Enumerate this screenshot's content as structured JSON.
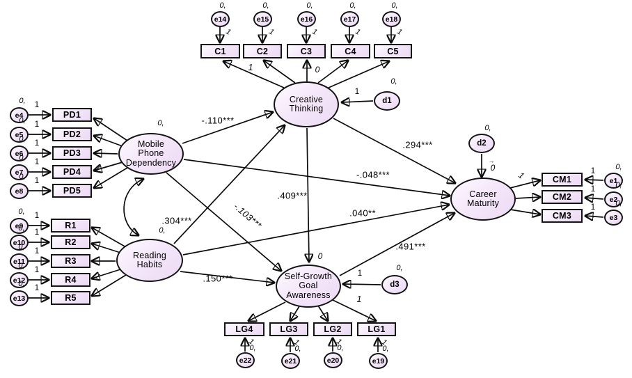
{
  "diagram": {
    "background": "#ffffff",
    "shape_fill": "#ecd9f4",
    "shape_fill_light": "#fdfaff",
    "border_color": "#141414",
    "line_color": "#0c0c0c"
  },
  "latents": {
    "creative_thinking": {
      "label": "Creative\nThinking",
      "mean": "0"
    },
    "mobile_phone_dependency": {
      "label": "Mobile\nPhone\nDependency",
      "mean": "0,"
    },
    "reading_habits": {
      "label": "Reading\nHabits",
      "mean": "0,"
    },
    "self_growth_goal_awareness": {
      "label": "Self-Growth\nGoal\nAwareness",
      "mean": "0"
    },
    "career_maturity": {
      "label": "Career\nMaturity",
      "mean": "0"
    }
  },
  "indicators": {
    "c": [
      "C1",
      "C2",
      "C3",
      "C4",
      "C5"
    ],
    "pd": [
      "PD1",
      "PD2",
      "PD3",
      "PD4",
      "PD5"
    ],
    "r": [
      "R1",
      "R2",
      "R3",
      "R4",
      "R5"
    ],
    "cm": [
      "CM1",
      "CM2",
      "CM3"
    ],
    "lg": [
      "LG4",
      "LG3",
      "LG2",
      "LG1"
    ]
  },
  "errors": {
    "top": [
      "e14",
      "e15",
      "e16",
      "e17",
      "e18"
    ],
    "pd": [
      "e4",
      "e5",
      "e6",
      "e7",
      "e8"
    ],
    "r": [
      "e9",
      "e10",
      "e11",
      "e12",
      "e13"
    ],
    "cm": [
      "e1",
      "e2",
      "e3"
    ],
    "lg": [
      "e22",
      "e21",
      "e20",
      "e19"
    ]
  },
  "disturbances": [
    "d1",
    "d2",
    "d3"
  ],
  "paths": {
    "mpd_to_ct": "-.110***",
    "mpd_to_cm": "-.048***",
    "mpd_to_sgga": "-.103***",
    "rh_to_ct": ".304***",
    "rh_to_cm": ".040**",
    "rh_to_sgga": ".150***",
    "ct_to_cm": ".294***",
    "ct_to_sgga": ".409***",
    "sgga_to_cm": ".491***"
  },
  "fixed": {
    "one": "1",
    "zero": "0",
    "zero_comma": "0,",
    "vector_mark": "→"
  }
}
